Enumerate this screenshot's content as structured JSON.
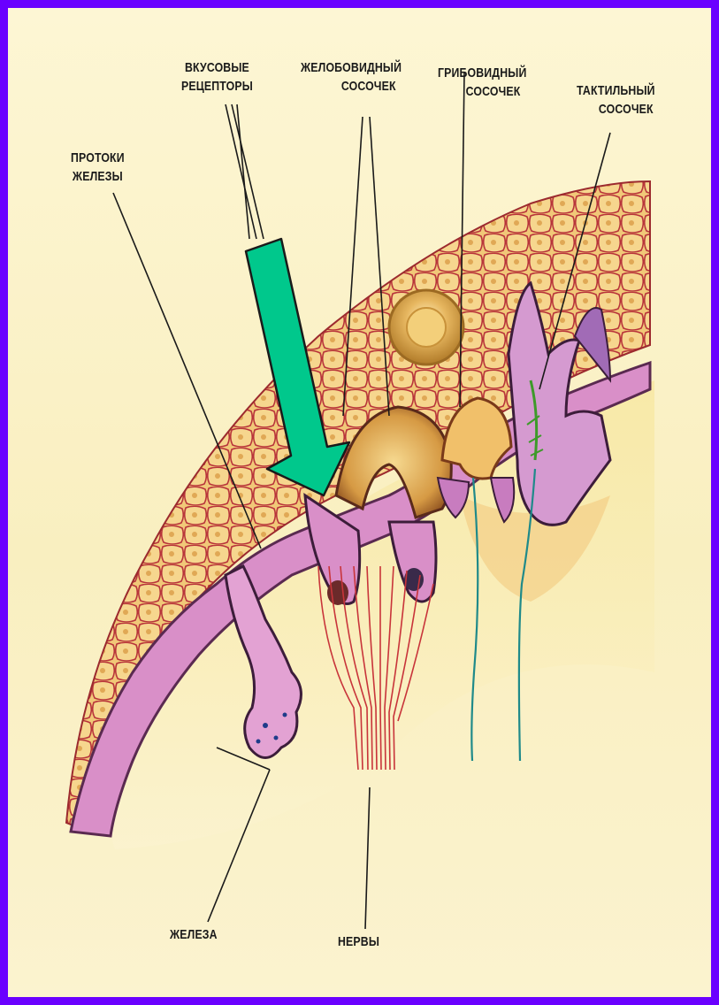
{
  "diagram": {
    "labels": {
      "gustatory_receptors": [
        "ВКУСОВЫЕ",
        "РЕЦЕПТОРЫ"
      ],
      "vallate_papilla": [
        "ЖЕЛОБОВИДНЫЙ",
        "СОСОЧЕК"
      ],
      "fungiform_papilla": [
        "ГРИБОВИДНЫЙ",
        "СОСОЧЕК"
      ],
      "tactile_papilla": [
        "ТАКТИЛЬНЫЙ",
        "СОСОЧЕК"
      ],
      "gland_ducts": [
        "ПРОТОКИ",
        "ЖЕЛЕЗЫ"
      ],
      "gland": "ЖЕЛЕЗА",
      "nerves": "НЕРВЫ"
    },
    "colors": {
      "frame": "#6a00ff",
      "arrow": "#00c88c",
      "tissue_pink": "#d98fc8",
      "cells_yellow": "#e9c06a",
      "cells_outline": "#b8343a"
    }
  }
}
